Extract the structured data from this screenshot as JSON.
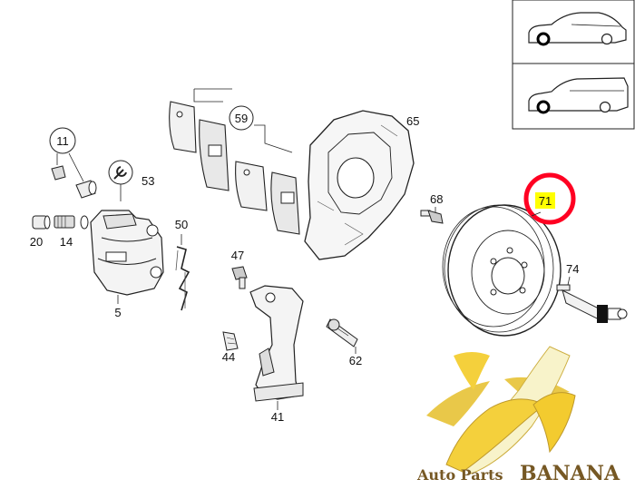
{
  "diagram": {
    "labels": {
      "p11": "11",
      "p20": "20",
      "p14": "14",
      "p53": "53",
      "p5": "5",
      "p59": "59",
      "p50": "50",
      "p47": "47",
      "p44": "44",
      "p41": "41",
      "p65": "65",
      "p68": "68",
      "p62": "62",
      "p71": "71",
      "p74": "74"
    },
    "highlighted_part": "71",
    "highlight_color": "#ffff00",
    "circle_color": "#ff0022"
  },
  "vehicle_selector": {
    "options": [
      {
        "icon": "sedan-icon"
      },
      {
        "icon": "wagon-icon"
      }
    ]
  },
  "watermark": {
    "brand_small": "Auto Parts",
    "brand_large": "BANANA",
    "icon": "banana-icon"
  }
}
